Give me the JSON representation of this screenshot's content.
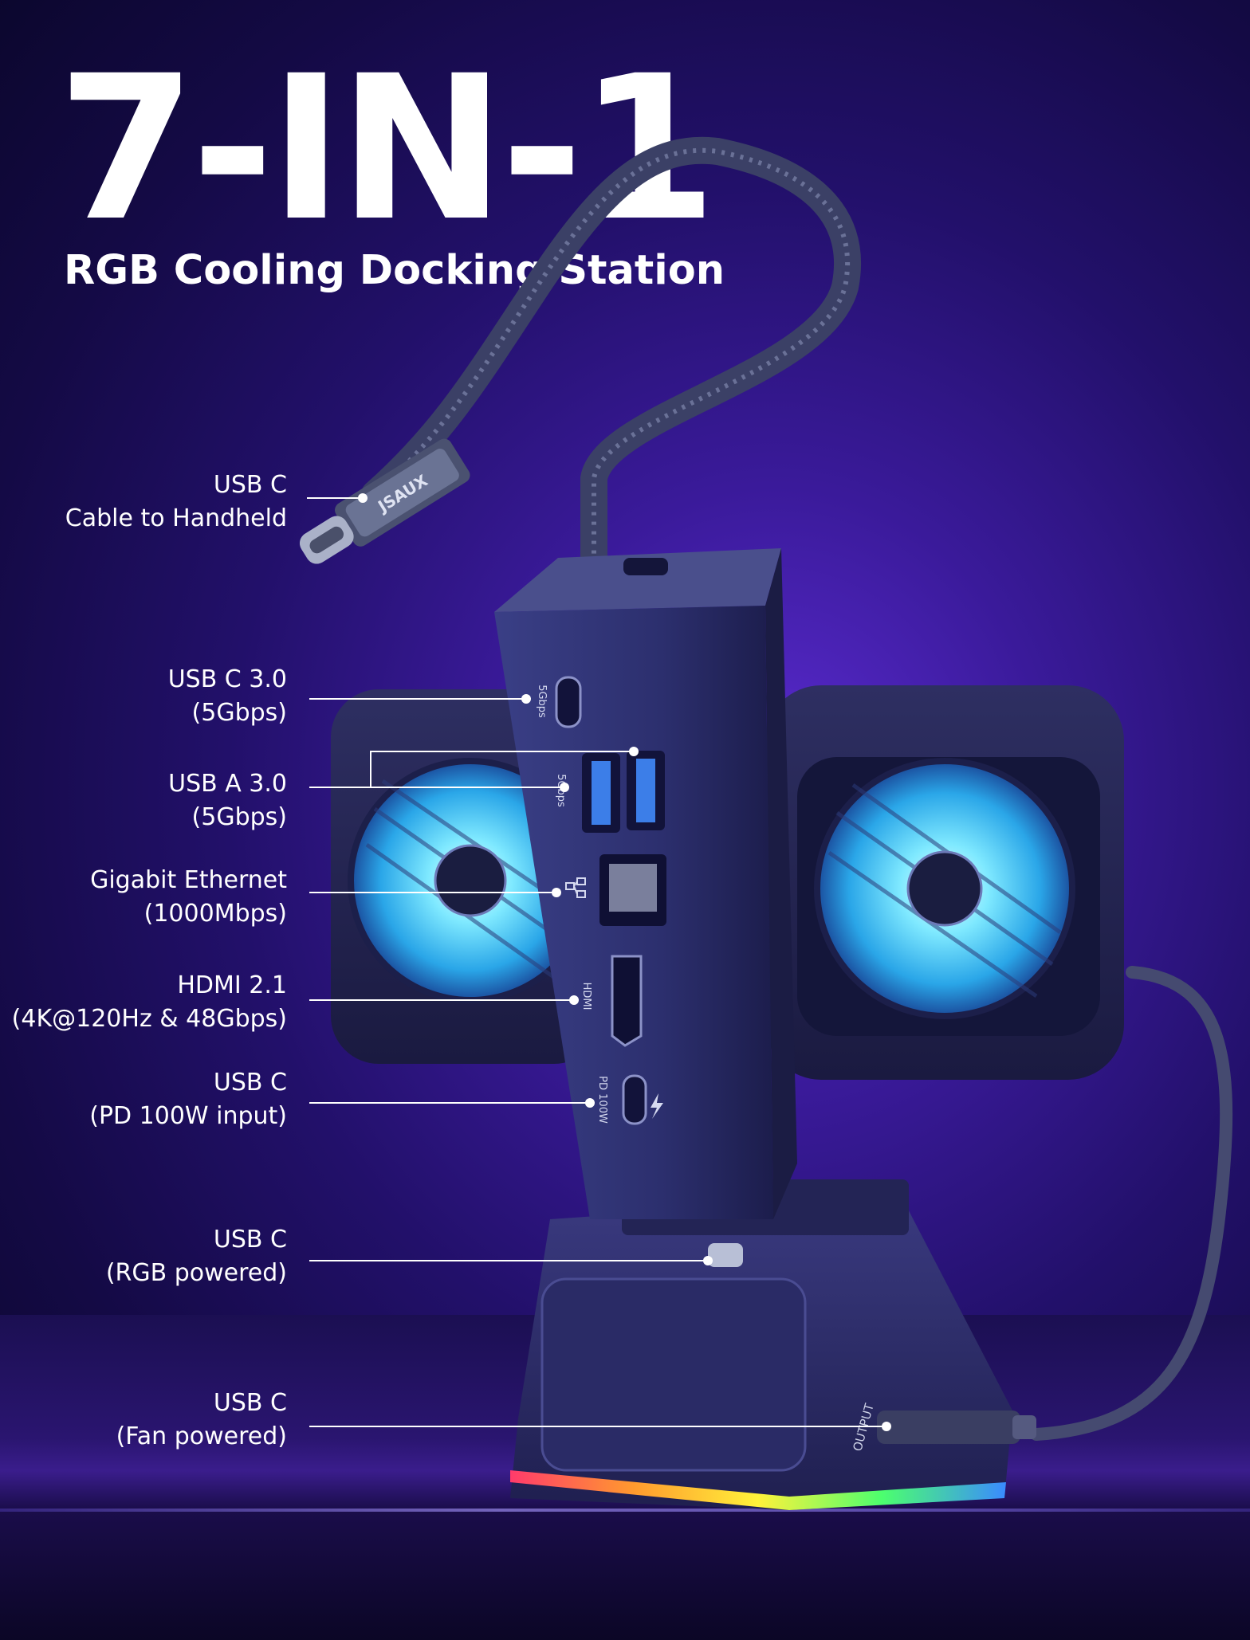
{
  "headline": "7-IN-1",
  "subtitle": "RGB Cooling Docking Station",
  "brand_mark": "JSAUX",
  "ports": [
    {
      "line1": "USB C",
      "line2": "Cable to Handheld"
    },
    {
      "line1": "USB C 3.0",
      "line2": "(5Gbps)"
    },
    {
      "line1": "USB A 3.0",
      "line2": "(5Gbps)"
    },
    {
      "line1": "Gigabit Ethernet",
      "line2": "(1000Mbps)"
    },
    {
      "line1": "HDMI 2.1",
      "line2": "(4K@120Hz & 48Gbps)"
    },
    {
      "line1": "USB C",
      "line2": "(PD 100W input)"
    },
    {
      "line1": "USB C",
      "line2": "(RGB powered)"
    },
    {
      "line1": "USB C",
      "line2": "(Fan powered)"
    }
  ],
  "device_markings": {
    "usb_c_speed": "5Gbps",
    "usb_a_speed": "5Gbps",
    "hdmi": "HDMI",
    "pd": "PD 100W",
    "output": "OUTPUT"
  },
  "colors": {
    "accent_fan": "#5fe3ff",
    "background": "#2a1478"
  }
}
